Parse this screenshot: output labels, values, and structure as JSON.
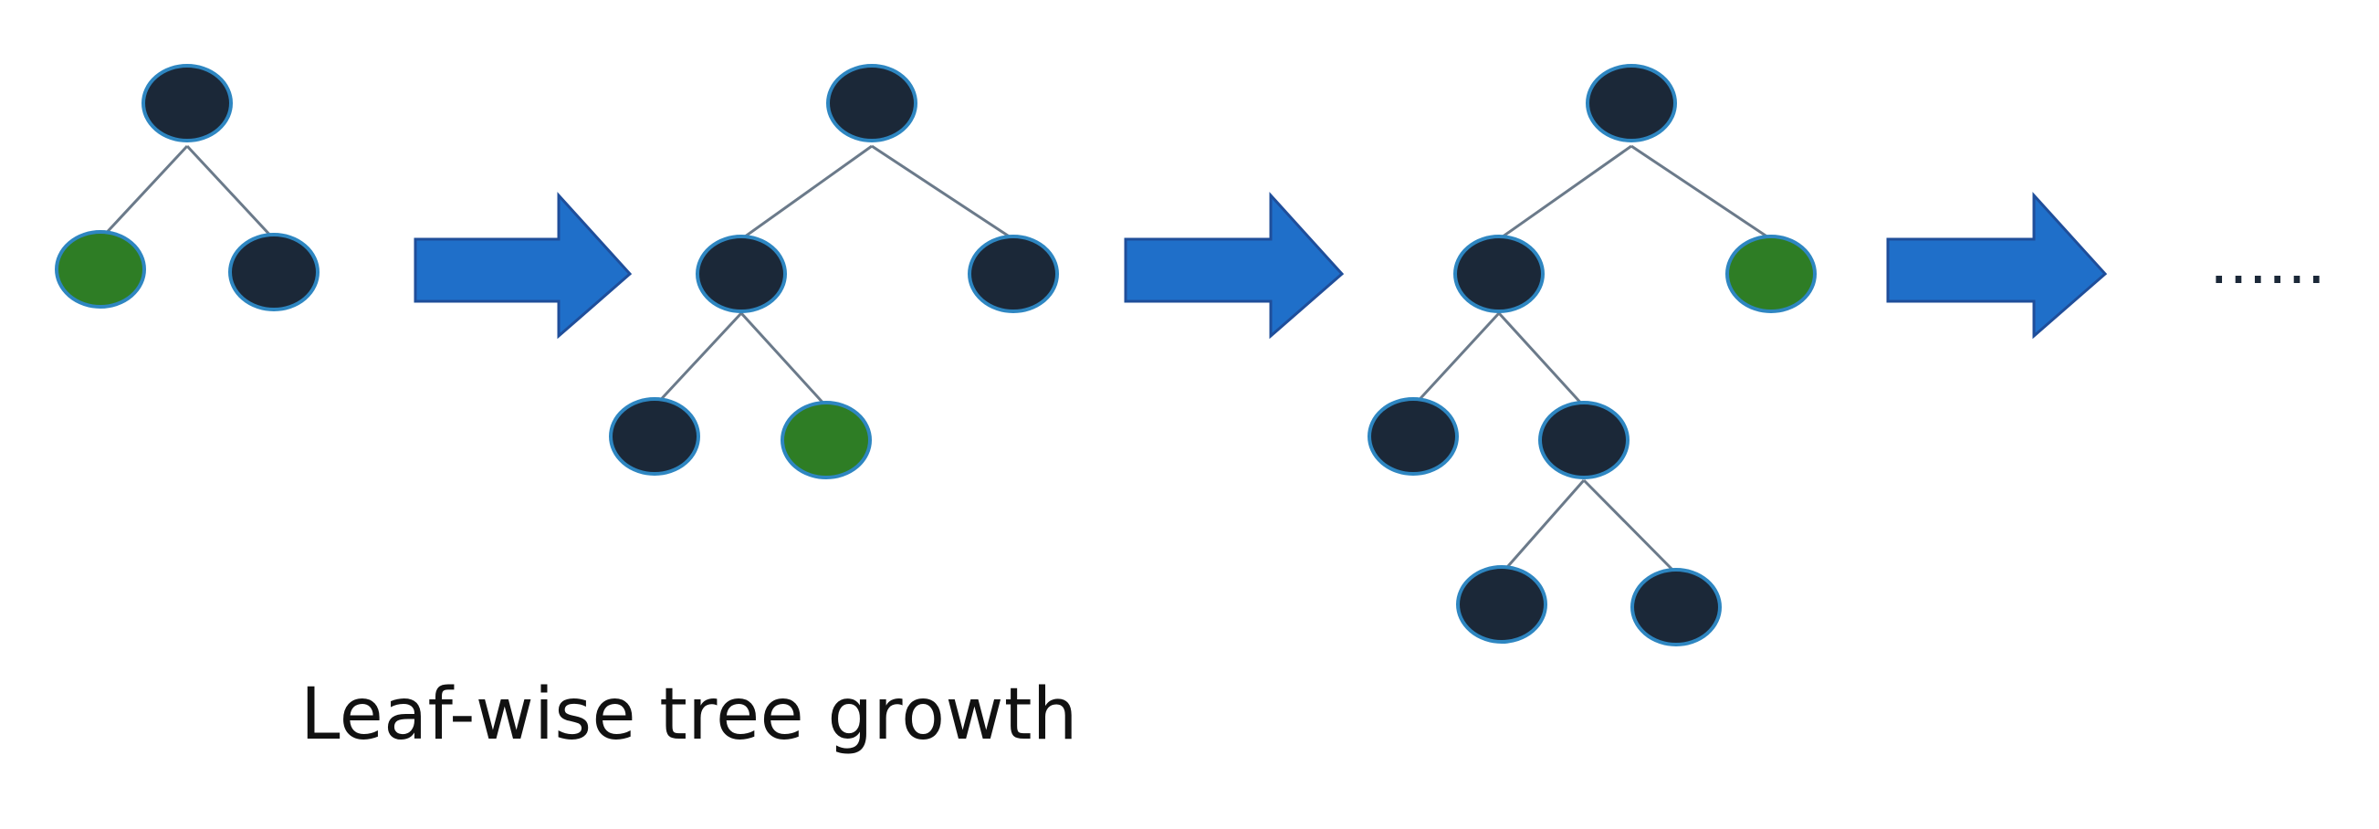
{
  "caption": "Leaf-wise tree growth",
  "continuation": "……",
  "colors": {
    "internal_node": "#1b2838",
    "leaf_to_split": "#2e7d25",
    "node_outline": "#2e86c1",
    "arrow": "#1f6fc9",
    "edge": "#6b7a8a"
  },
  "stages": [
    {
      "name": "stage-1",
      "nodes": 3,
      "highlighted_leaf": "left child of root"
    },
    {
      "name": "stage-2",
      "nodes": 5,
      "highlighted_leaf": "right child of left subtree"
    },
    {
      "name": "stage-3",
      "nodes": 7,
      "highlighted_leaf": "right child of root"
    }
  ]
}
